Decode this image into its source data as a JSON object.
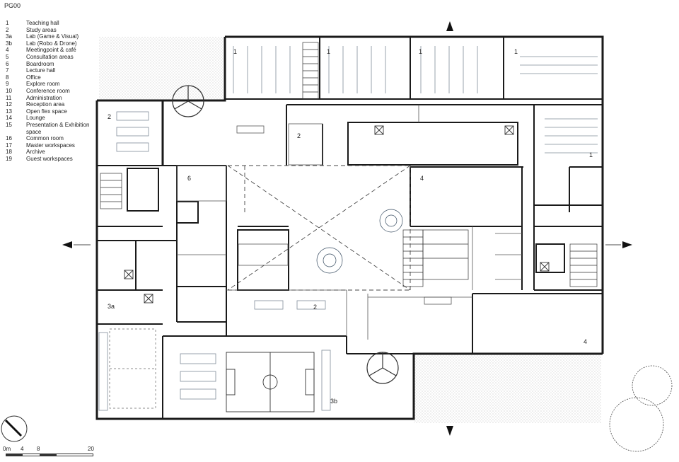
{
  "sheet": {
    "title": "PG00"
  },
  "legend": [
    {
      "num": "1",
      "label": "Teaching hall"
    },
    {
      "num": "2",
      "label": "Study areas"
    },
    {
      "num": "3a",
      "label": "Lab (Game & Visual)"
    },
    {
      "num": "3b",
      "label": "Lab (Robo & Drone)"
    },
    {
      "num": "4",
      "label": "Meetingpoint & café"
    },
    {
      "num": "5",
      "label": "Consultation areas"
    },
    {
      "num": "6",
      "label": "Boardroom"
    },
    {
      "num": "7",
      "label": "Lecture hall"
    },
    {
      "num": "8",
      "label": "Office"
    },
    {
      "num": "9",
      "label": "Explore room"
    },
    {
      "num": "10",
      "label": "Conference room"
    },
    {
      "num": "11",
      "label": "Administration"
    },
    {
      "num": "12",
      "label": "Reception area"
    },
    {
      "num": "13",
      "label": "Open flex space"
    },
    {
      "num": "14",
      "label": "Lounge"
    },
    {
      "num": "15",
      "label": "Presentation & Exhibition space"
    },
    {
      "num": "16",
      "label": "Common room"
    },
    {
      "num": "17",
      "label": "Master workspaces"
    },
    {
      "num": "18",
      "label": "Archive"
    },
    {
      "num": "19",
      "label": "Guest workspaces"
    }
  ],
  "room_tags": {
    "teaching_hall_a": "1",
    "teaching_hall_b": "1",
    "teaching_hall_c": "1",
    "teaching_hall_d": "1",
    "teaching_hall_e": "1",
    "study_area_nw": "2",
    "study_area_north": "2",
    "study_area_center": "2",
    "lab_game_visual": "3a",
    "lab_robo_drone": "3b",
    "meetingpoint_north": "4",
    "meetingpoint_se": "4",
    "boardroom": "6"
  },
  "scale": {
    "labels": [
      "0m",
      "4",
      "8",
      "20"
    ]
  }
}
